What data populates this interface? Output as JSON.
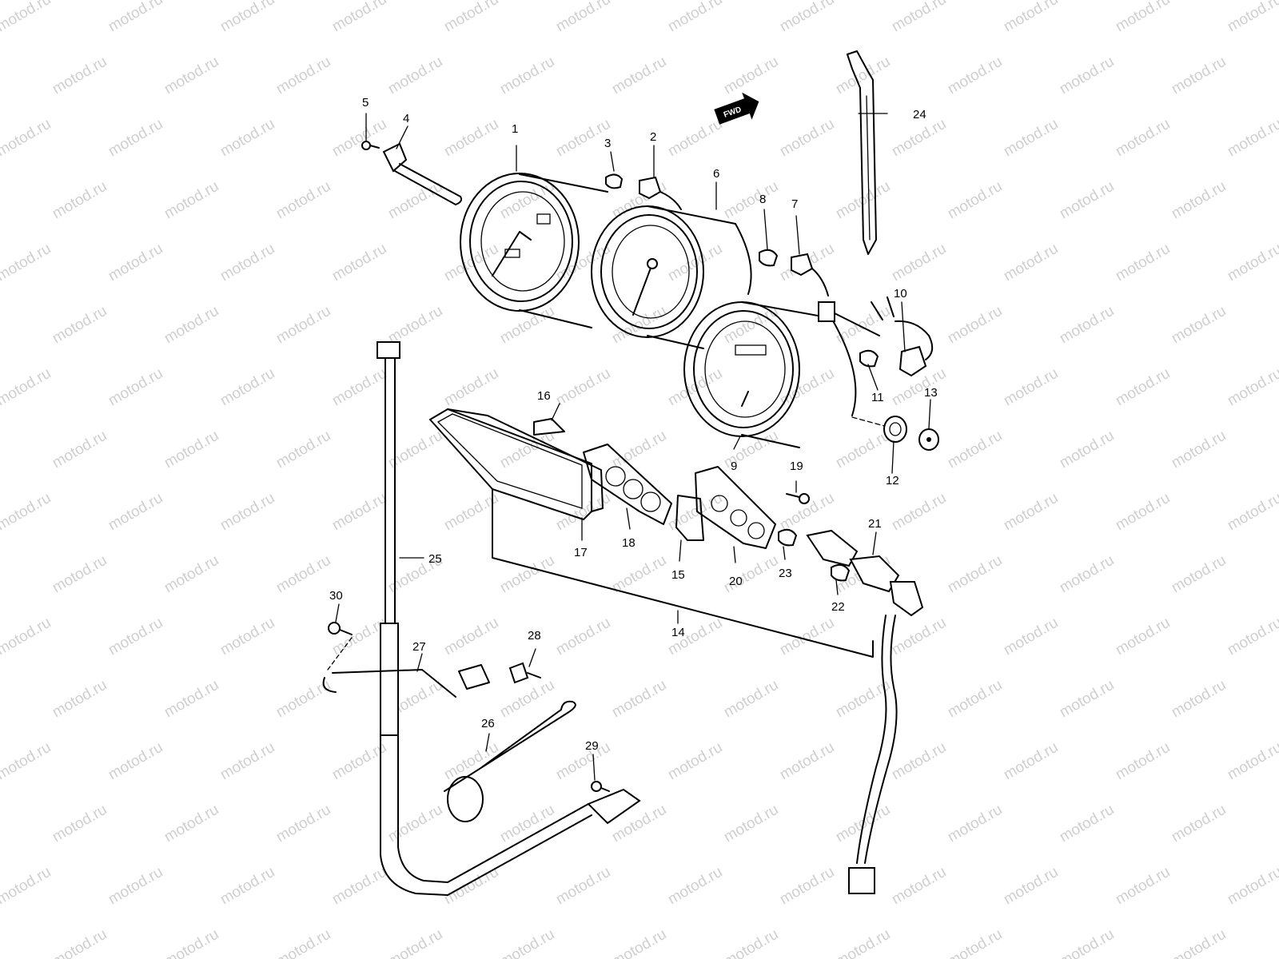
{
  "watermark": "motod.ru",
  "fwd_label": "FWD",
  "parts": [
    {
      "id": "p1",
      "label": "1"
    },
    {
      "id": "p2",
      "label": "2"
    },
    {
      "id": "p3",
      "label": "3"
    },
    {
      "id": "p4",
      "label": "4"
    },
    {
      "id": "p5",
      "label": "5"
    },
    {
      "id": "p6",
      "label": "6"
    },
    {
      "id": "p7",
      "label": "7"
    },
    {
      "id": "p8",
      "label": "8"
    },
    {
      "id": "p9",
      "label": "9"
    },
    {
      "id": "p10",
      "label": "10"
    },
    {
      "id": "p11",
      "label": "11"
    },
    {
      "id": "p12",
      "label": "12"
    },
    {
      "id": "p13",
      "label": "13"
    },
    {
      "id": "p14",
      "label": "14"
    },
    {
      "id": "p15",
      "label": "15"
    },
    {
      "id": "p16",
      "label": "16"
    },
    {
      "id": "p17",
      "label": "17"
    },
    {
      "id": "p18",
      "label": "18"
    },
    {
      "id": "p19",
      "label": "19"
    },
    {
      "id": "p20",
      "label": "20"
    },
    {
      "id": "p21",
      "label": "21"
    },
    {
      "id": "p22",
      "label": "22"
    },
    {
      "id": "p23",
      "label": "23"
    },
    {
      "id": "p24",
      "label": "24"
    },
    {
      "id": "p25",
      "label": "25"
    },
    {
      "id": "p26",
      "label": "26"
    },
    {
      "id": "p27",
      "label": "27"
    },
    {
      "id": "p28",
      "label": "28"
    },
    {
      "id": "p29",
      "label": "29"
    },
    {
      "id": "p30",
      "label": "30"
    }
  ]
}
